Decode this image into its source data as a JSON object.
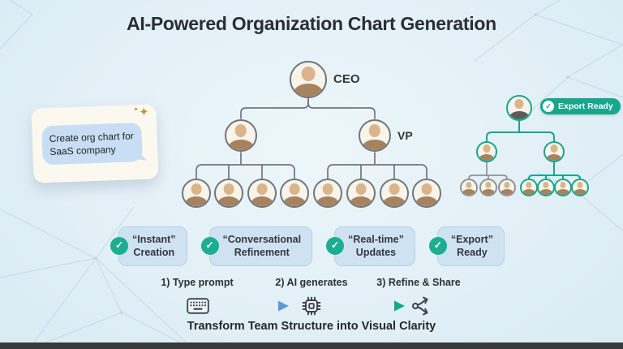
{
  "title": "AI-Powered Organization Chart Generation",
  "tagline": "Transform Team Structure into Visual Clarity",
  "prompt_card": {
    "message": "Create org chart for SaaS company"
  },
  "main_chart": {
    "ceo_label": "CEO",
    "vp_label": "VP",
    "vp_count": 2,
    "reports_per_vp": 4
  },
  "mini_chart": {
    "badge_label": "Export Ready",
    "left_branch_members": 3,
    "right_branch_members": 4
  },
  "features": [
    {
      "line1": "“Instant”",
      "line2": "Creation"
    },
    {
      "line1": "“Conversational",
      "line2": "Refinement"
    },
    {
      "line1": "“Real-time”",
      "line2": "Updates"
    },
    {
      "line1": "“Export”",
      "line2": "Ready"
    }
  ],
  "steps": [
    {
      "label": "1) Type prompt",
      "icon": "keyboard-icon"
    },
    {
      "label": "2) AI generates",
      "icon": "chip-icon"
    },
    {
      "label": "3) Refine & Share",
      "icon": "share-icon"
    }
  ],
  "icons": {
    "check": "✓",
    "sparkle": "✦"
  },
  "colors": {
    "teal": "#17a78c",
    "check_circle": "#1cae93",
    "arrow_blue": "#5e98d8",
    "badge_bg": "#cfe2f1",
    "bubble_bg": "#c8def5",
    "card_bg": "#fbf8ef",
    "gold": "#c3943f"
  }
}
